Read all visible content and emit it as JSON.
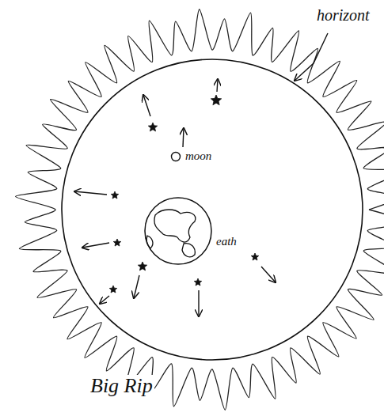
{
  "diagram": {
    "labels": [
      "horizont",
      "moon",
      "eath",
      "Big Rip"
    ]
  }
}
